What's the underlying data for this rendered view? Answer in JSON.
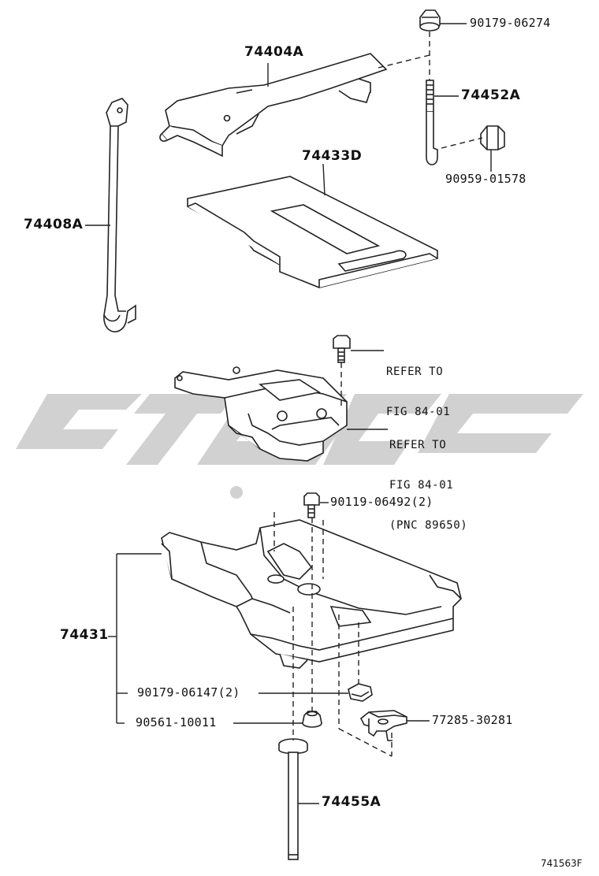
{
  "diagram": {
    "figure_id": "741563F",
    "watermark": "brand-logo-watermark",
    "parts": [
      {
        "id": "p1",
        "label": "90179-06274"
      },
      {
        "id": "p2",
        "label": "74404A"
      },
      {
        "id": "p3",
        "label": "74452A"
      },
      {
        "id": "p4",
        "label": "74433D"
      },
      {
        "id": "p5",
        "label": "90959-01578"
      },
      {
        "id": "p6",
        "label": "74408A"
      },
      {
        "id": "p7",
        "label": "90119-06492(2)"
      },
      {
        "id": "p8",
        "label": "74431"
      },
      {
        "id": "p9",
        "label": "90179-06147(2)"
      },
      {
        "id": "p10",
        "label": "90561-10011"
      },
      {
        "id": "p11",
        "label": "77285-30281"
      },
      {
        "id": "p12",
        "label": "74455A"
      }
    ],
    "references": [
      {
        "id": "r1",
        "lines": [
          "REFER TO",
          "FIG 84-01"
        ]
      },
      {
        "id": "r2",
        "lines": [
          "REFER TO",
          "FIG 84-01",
          "(PNC 89650)"
        ]
      }
    ]
  }
}
